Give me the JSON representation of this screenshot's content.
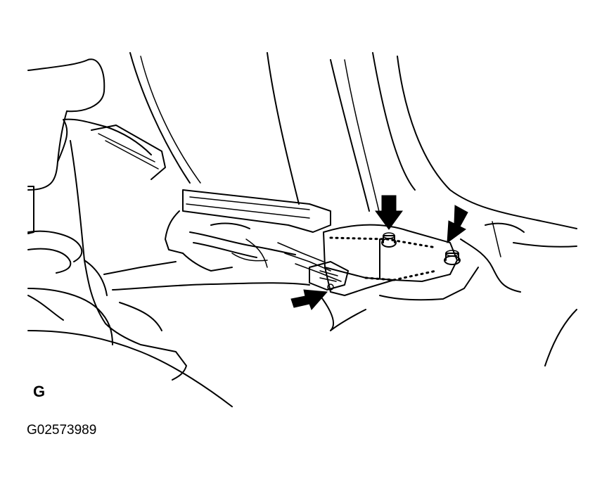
{
  "panel_letter": "G",
  "figure_code": "G02573989",
  "callouts": [
    "arrow-pointing-to-upper-bolt",
    "arrow-pointing-to-rear-bolt",
    "arrow-pointing-to-connector"
  ]
}
